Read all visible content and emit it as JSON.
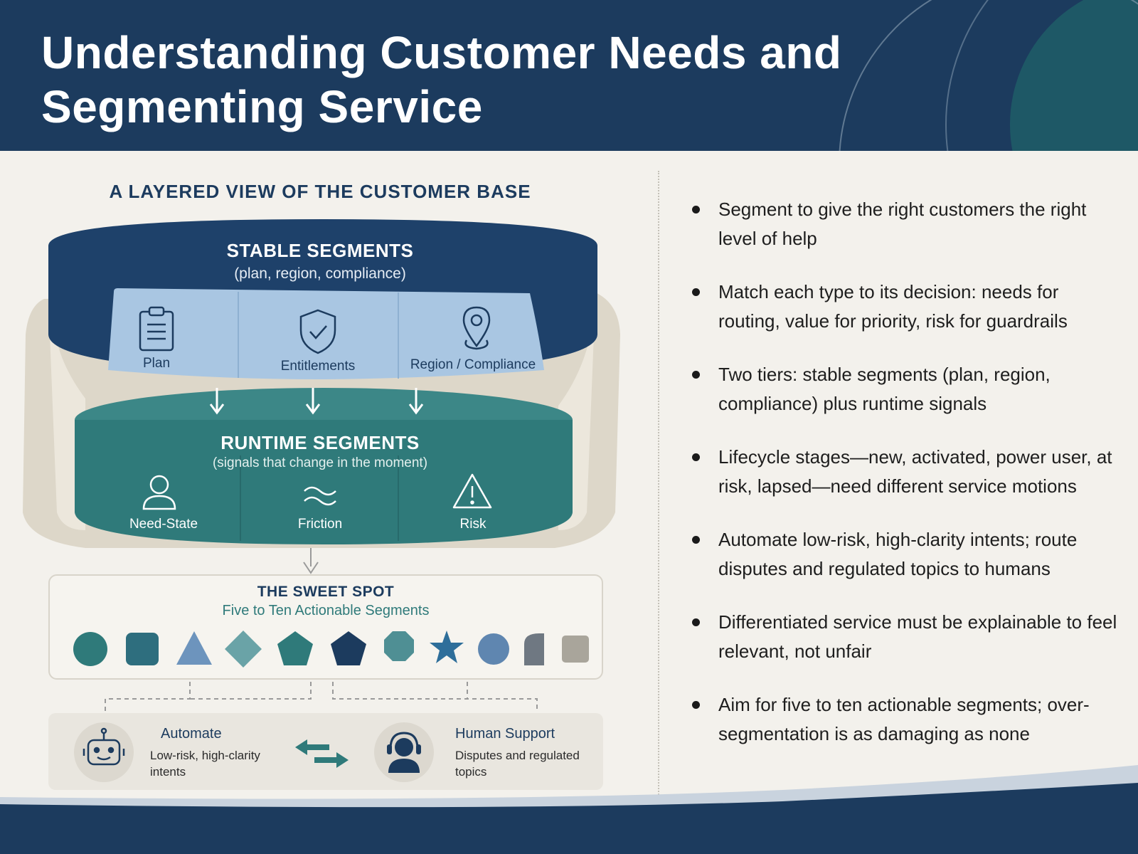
{
  "header": {
    "title": "Understanding Customer Needs and Segmenting Service"
  },
  "diagram": {
    "heading": "A LAYERED VIEW OF THE CUSTOMER BASE",
    "stable": {
      "title": "STABLE SEGMENTS",
      "subtitle": "(plan, region, compliance)",
      "cells": [
        {
          "label": "Plan",
          "icon": "clipboard-icon"
        },
        {
          "label": "Entitlements",
          "icon": "shield-check-icon"
        },
        {
          "label": "Region / Compliance",
          "icon": "map-pin-icon"
        }
      ]
    },
    "runtime": {
      "title": "RUNTIME SEGMENTS",
      "subtitle": "(signals that change in the moment)",
      "cells": [
        {
          "label": "Need-State",
          "icon": "person-icon"
        },
        {
          "label": "Friction",
          "icon": "wave-icon"
        },
        {
          "label": "Risk",
          "icon": "warning-icon"
        }
      ]
    },
    "sweet_spot": {
      "title": "THE SWEET SPOT",
      "subtitle": "Five to Ten Actionable Segments",
      "shapes": [
        "circle",
        "rounded-square",
        "triangle",
        "diamond",
        "pentagon",
        "pentagon-dark",
        "octagon",
        "star",
        "circle-light",
        "quarter-round",
        "square-grey"
      ]
    },
    "support": {
      "automate": {
        "title": "Automate",
        "text": "Low-risk, high-clarity intents",
        "icon": "robot-icon"
      },
      "human": {
        "title": "Human Support",
        "text": "Disputes and regulated topics",
        "icon": "headset-agent-icon"
      },
      "exchange_icon": "swap-arrows-icon"
    }
  },
  "bullets": [
    "Segment to give the right customers the right level of help",
    "Match each type to its decision: needs for routing, value for priority, risk for guardrails",
    "Two tiers: stable segments (plan, region, compliance) plus runtime signals",
    "Lifecycle stages—new, activated, power user, at risk, lapsed—need different service motions",
    "Automate low-risk, high-clarity intents; route disputes and regulated topics to humans",
    "Differentiated service must be explainable to feel relevant, not unfair",
    "Aim for five to ten actionable segments; over-segmentation is as damaging as none"
  ],
  "colors": {
    "navy": "#1c3b5e",
    "teal": "#2f7a7a",
    "light_blue": "#a9c6e2",
    "beige": "#ddd7c9",
    "background": "#f3f1ec"
  }
}
